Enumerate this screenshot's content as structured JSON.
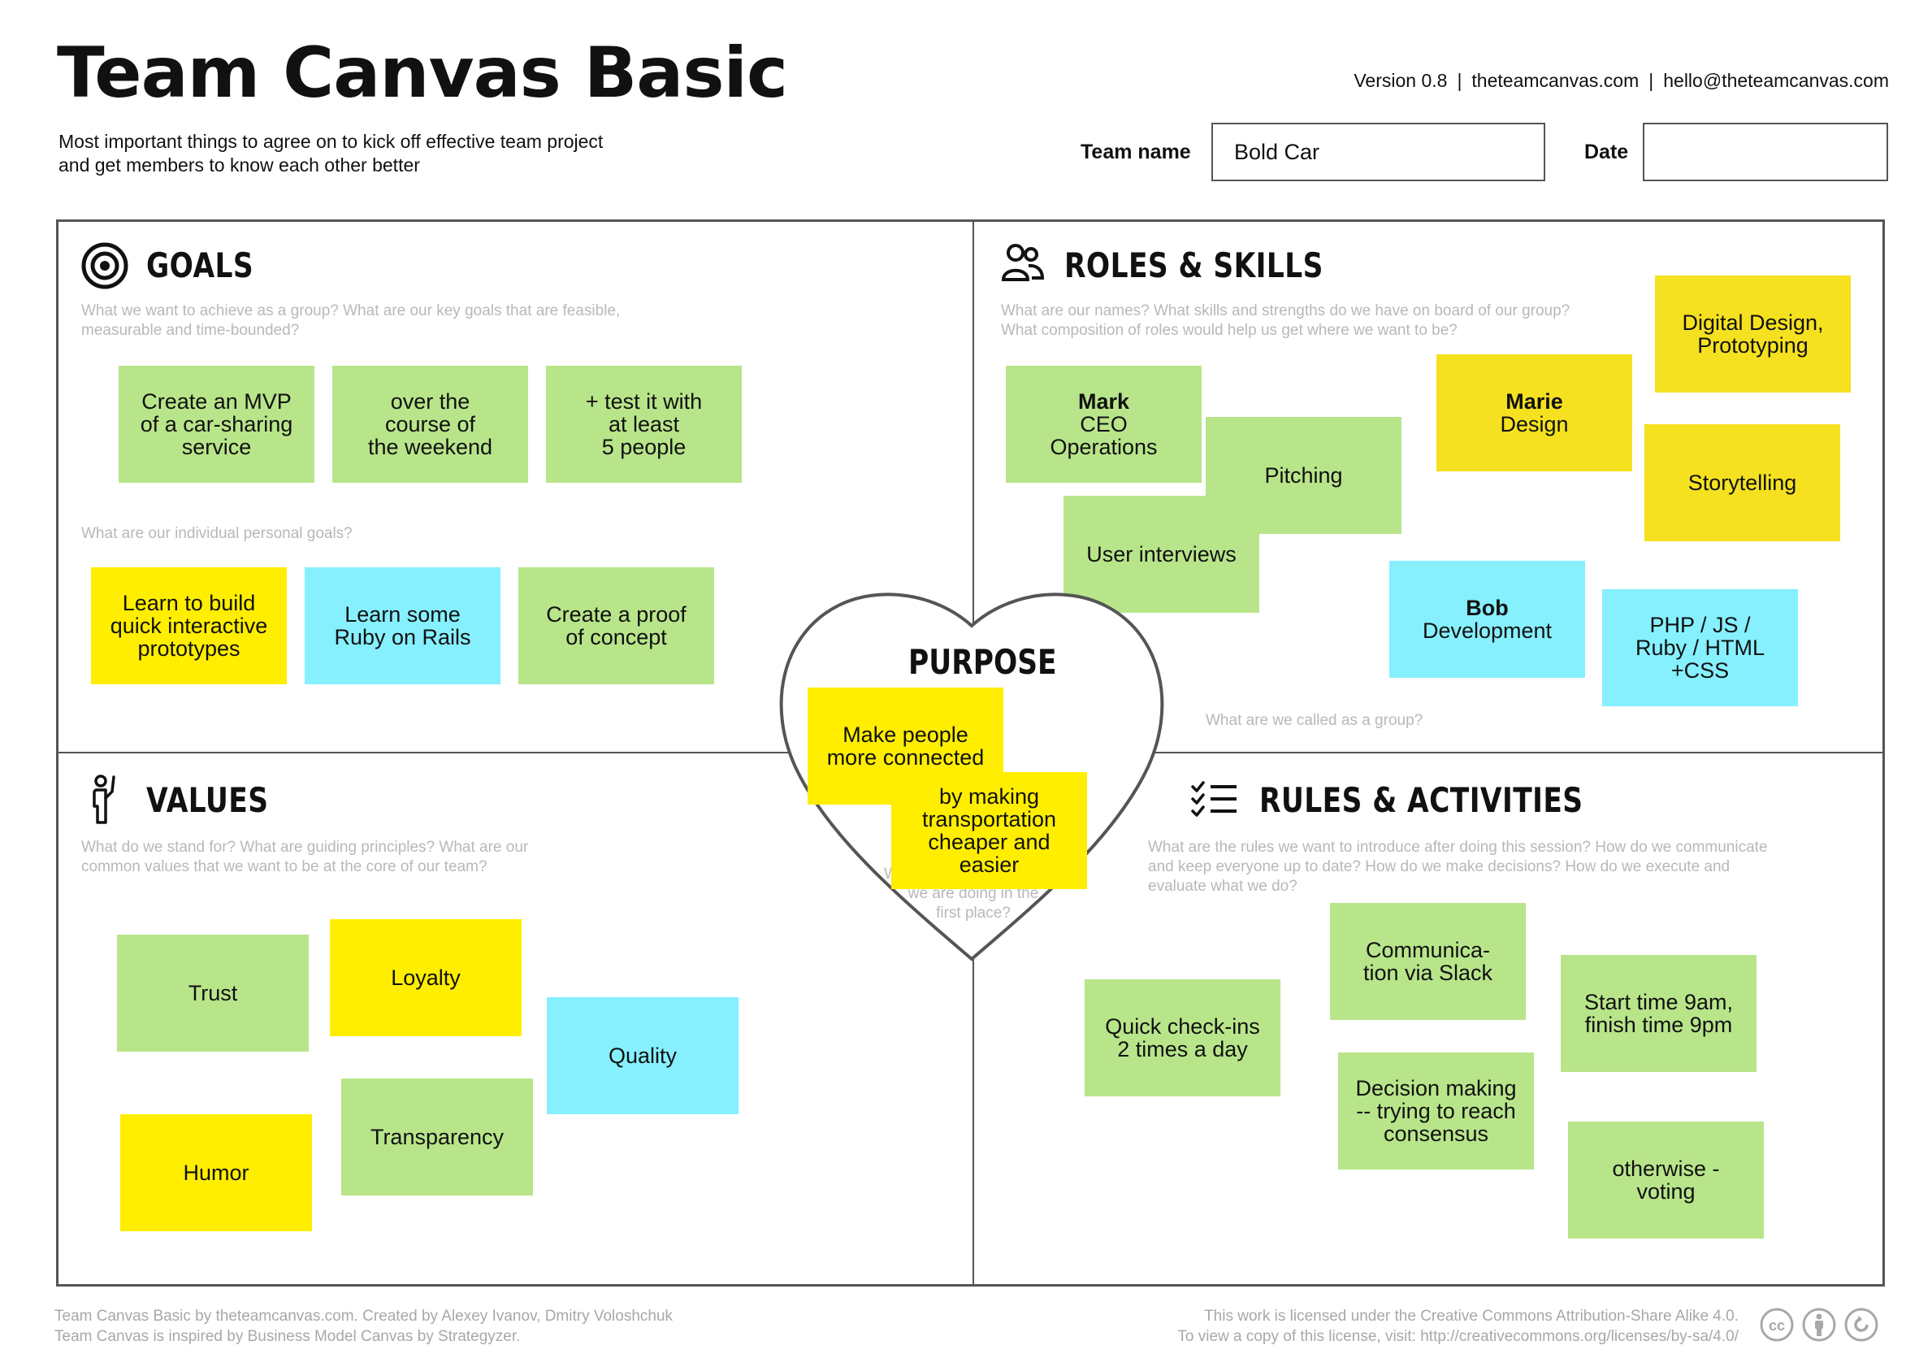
{
  "header": {
    "title": "Team Canvas Basic",
    "subtitle_line1": "Most important things to agree on to kick off effective team project",
    "subtitle_line2": "and get members to know each other better",
    "version": "Version 0.8",
    "website": "theteamcanvas.com",
    "email": "hello@theteamcanvas.com",
    "team_name_label": "Team name",
    "team_name_value": "Bold Car",
    "date_label": "Date",
    "date_value": ""
  },
  "goals": {
    "title": "GOALS",
    "hint1_line1": "What we want to achieve as a group? What are our key goals that are feasible,",
    "hint1_line2": "measurable and time-bounded?",
    "hint2": "What are our individual personal goals?",
    "notes": [
      "Create an MVP\nof a car-sharing\nservice",
      "over the\ncourse of\nthe weekend",
      "+ test it with\nat least\n5 people",
      "Learn to build\nquick interactive\nprototypes",
      "Learn some\nRuby on Rails",
      "Create a proof\nof concept"
    ]
  },
  "roles": {
    "title": "ROLES & SKILLS",
    "hint1_line1": "What are our names? What skills and strengths do we have on board of our group?",
    "hint1_line2": "What composition of roles would help us get where we want to be?",
    "hint2": "What are we called as a group?",
    "mark_name": "Mark",
    "mark_role": "CEO\nOperations",
    "pitching": "Pitching",
    "user_interviews": "User interviews",
    "marie_name": "Marie",
    "marie_role": "Design",
    "digital_design": "Digital Design,\nPrototyping",
    "storytelling": "Storytelling",
    "bob_name": "Bob",
    "bob_role": "Development",
    "php": "PHP / JS /\nRuby / HTML\n+CSS"
  },
  "purpose": {
    "title": "PURPOSE",
    "hint_fragment": "W",
    "hint_line2": "we are doing in the",
    "hint_line3": "first place?",
    "notes": [
      "Make people\nmore connected",
      "by making\ntransportation\ncheaper and\neasier"
    ]
  },
  "values": {
    "title": "VALUES",
    "hint_line1": "What do we stand for? What are guiding principles? What are our",
    "hint_line2": "common values that we want to be at the core of our team?",
    "notes": [
      "Trust",
      "Loyalty",
      "Quality",
      "Transparency",
      "Humor"
    ]
  },
  "rules": {
    "title": "RULES & ACTIVITIES",
    "hint_line1": "What are the rules we want to introduce after doing this session? How do we communicate",
    "hint_line2": "and keep everyone up to date? How do we make decisions? How do we execute and",
    "hint_line3": "evaluate what we do?",
    "notes": [
      "Communica-\ntion via Slack",
      "Start time 9am,\nfinish time 9pm",
      "Quick check-ins\n2 times a day",
      "Decision making\n-- trying to reach\nconsensus",
      "otherwise -\nvoting"
    ]
  },
  "footer": {
    "left_line1": "Team Canvas Basic by theteamcanvas.com. Created by Alexey Ivanov, Dmitry Voloshchuk",
    "left_line2": "Team Canvas is inspired by Business Model Canvas by Strategyzer.",
    "right_line1": "This work is licensed under the Creative Commons Attribution-Share Alike 4.0.",
    "right_line2": "To view a copy of this license, visit: http://creativecommons.org/licenses/by-sa/4.0/"
  },
  "colors": {
    "green_note": "#b8e58a",
    "yellow_note": "#ffee00",
    "cyan_note": "#86f0ff",
    "border": "#555555",
    "hint_text": "#b8b8b8"
  },
  "icons": [
    "target-icon",
    "people-icon",
    "person-hand-up-icon",
    "checklist-icon",
    "creative-commons-icon",
    "attribution-icon",
    "share-alike-icon"
  ]
}
